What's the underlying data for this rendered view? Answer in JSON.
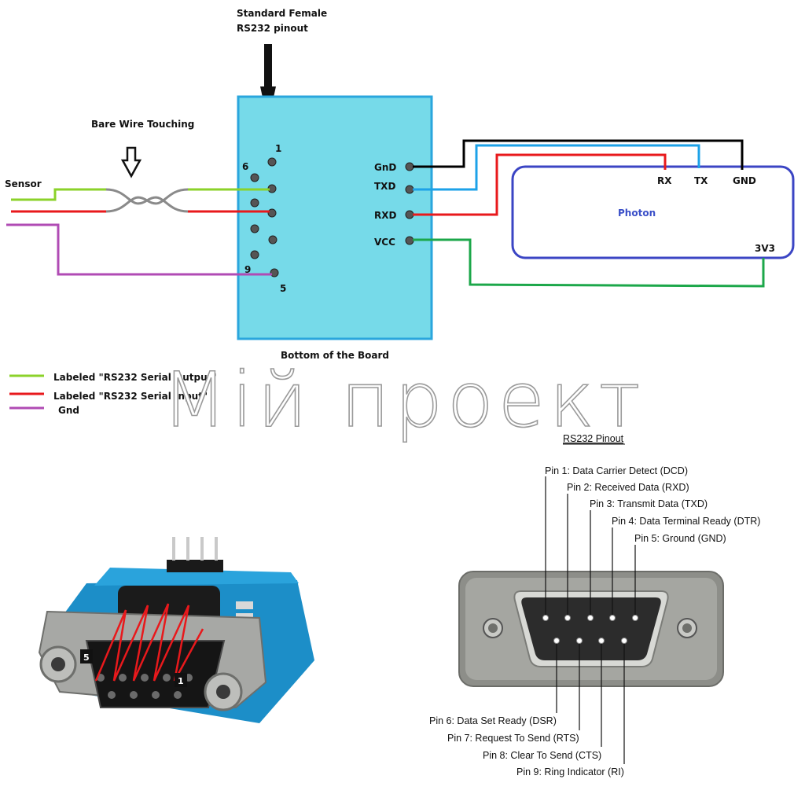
{
  "top_diagram": {
    "header": [
      "Standard Female",
      "RS232 pinout"
    ],
    "bare_wire_label": "Bare Wire Touching",
    "sensor_label": "Sensor",
    "board_caption": "Bottom of the Board",
    "pin_numbers": {
      "pin1": "1",
      "pin6": "6",
      "pin9": "9",
      "pin5": "5"
    },
    "ttl_pins": [
      "GnD",
      "TXD",
      "RXD",
      "VCC"
    ],
    "photon": {
      "label": "Photon",
      "rx": "RX",
      "tx": "TX",
      "gnd": "GND",
      "v33": "3V3"
    },
    "colors": {
      "board": "#76dae9",
      "board_border": "#2aa6dd",
      "photon_border": "#3b45c4",
      "green": "#5fc12a",
      "red": "#e8191c",
      "purple": "#b04bb4",
      "blue": "#1da2e8",
      "black": "#000000",
      "vcc_green": "#1ca74a"
    }
  },
  "legend": [
    {
      "text": "Labeled \"RS232 Serial Output\"",
      "color": "#8bd22a"
    },
    {
      "text": "Labeled \"RS232 Serial Input\"",
      "color": "#e8191c"
    },
    {
      "text": "Gnd",
      "color": "#b04bb4"
    }
  ],
  "watermark": "Мій проект",
  "pinout": {
    "title": "RS232 Pinout",
    "top_pins": [
      "Pin 1: Data Carrier Detect (DCD)",
      "Pin 2: Received Data (RXD)",
      "Pin 3: Transmit Data (TXD)",
      "Pin 4: Data Terminal Ready (DTR)",
      "Pin 5: Ground (GND)"
    ],
    "bottom_pins": [
      "Pin 6: Data Set Ready (DSR)",
      "Pin 7: Request To Send (RTS)",
      "Pin 8: Clear To Send (CTS)",
      "Pin 9: Ring Indicator (RI)"
    ]
  },
  "photo": {
    "tag_5": "5",
    "tag_1": "1"
  }
}
